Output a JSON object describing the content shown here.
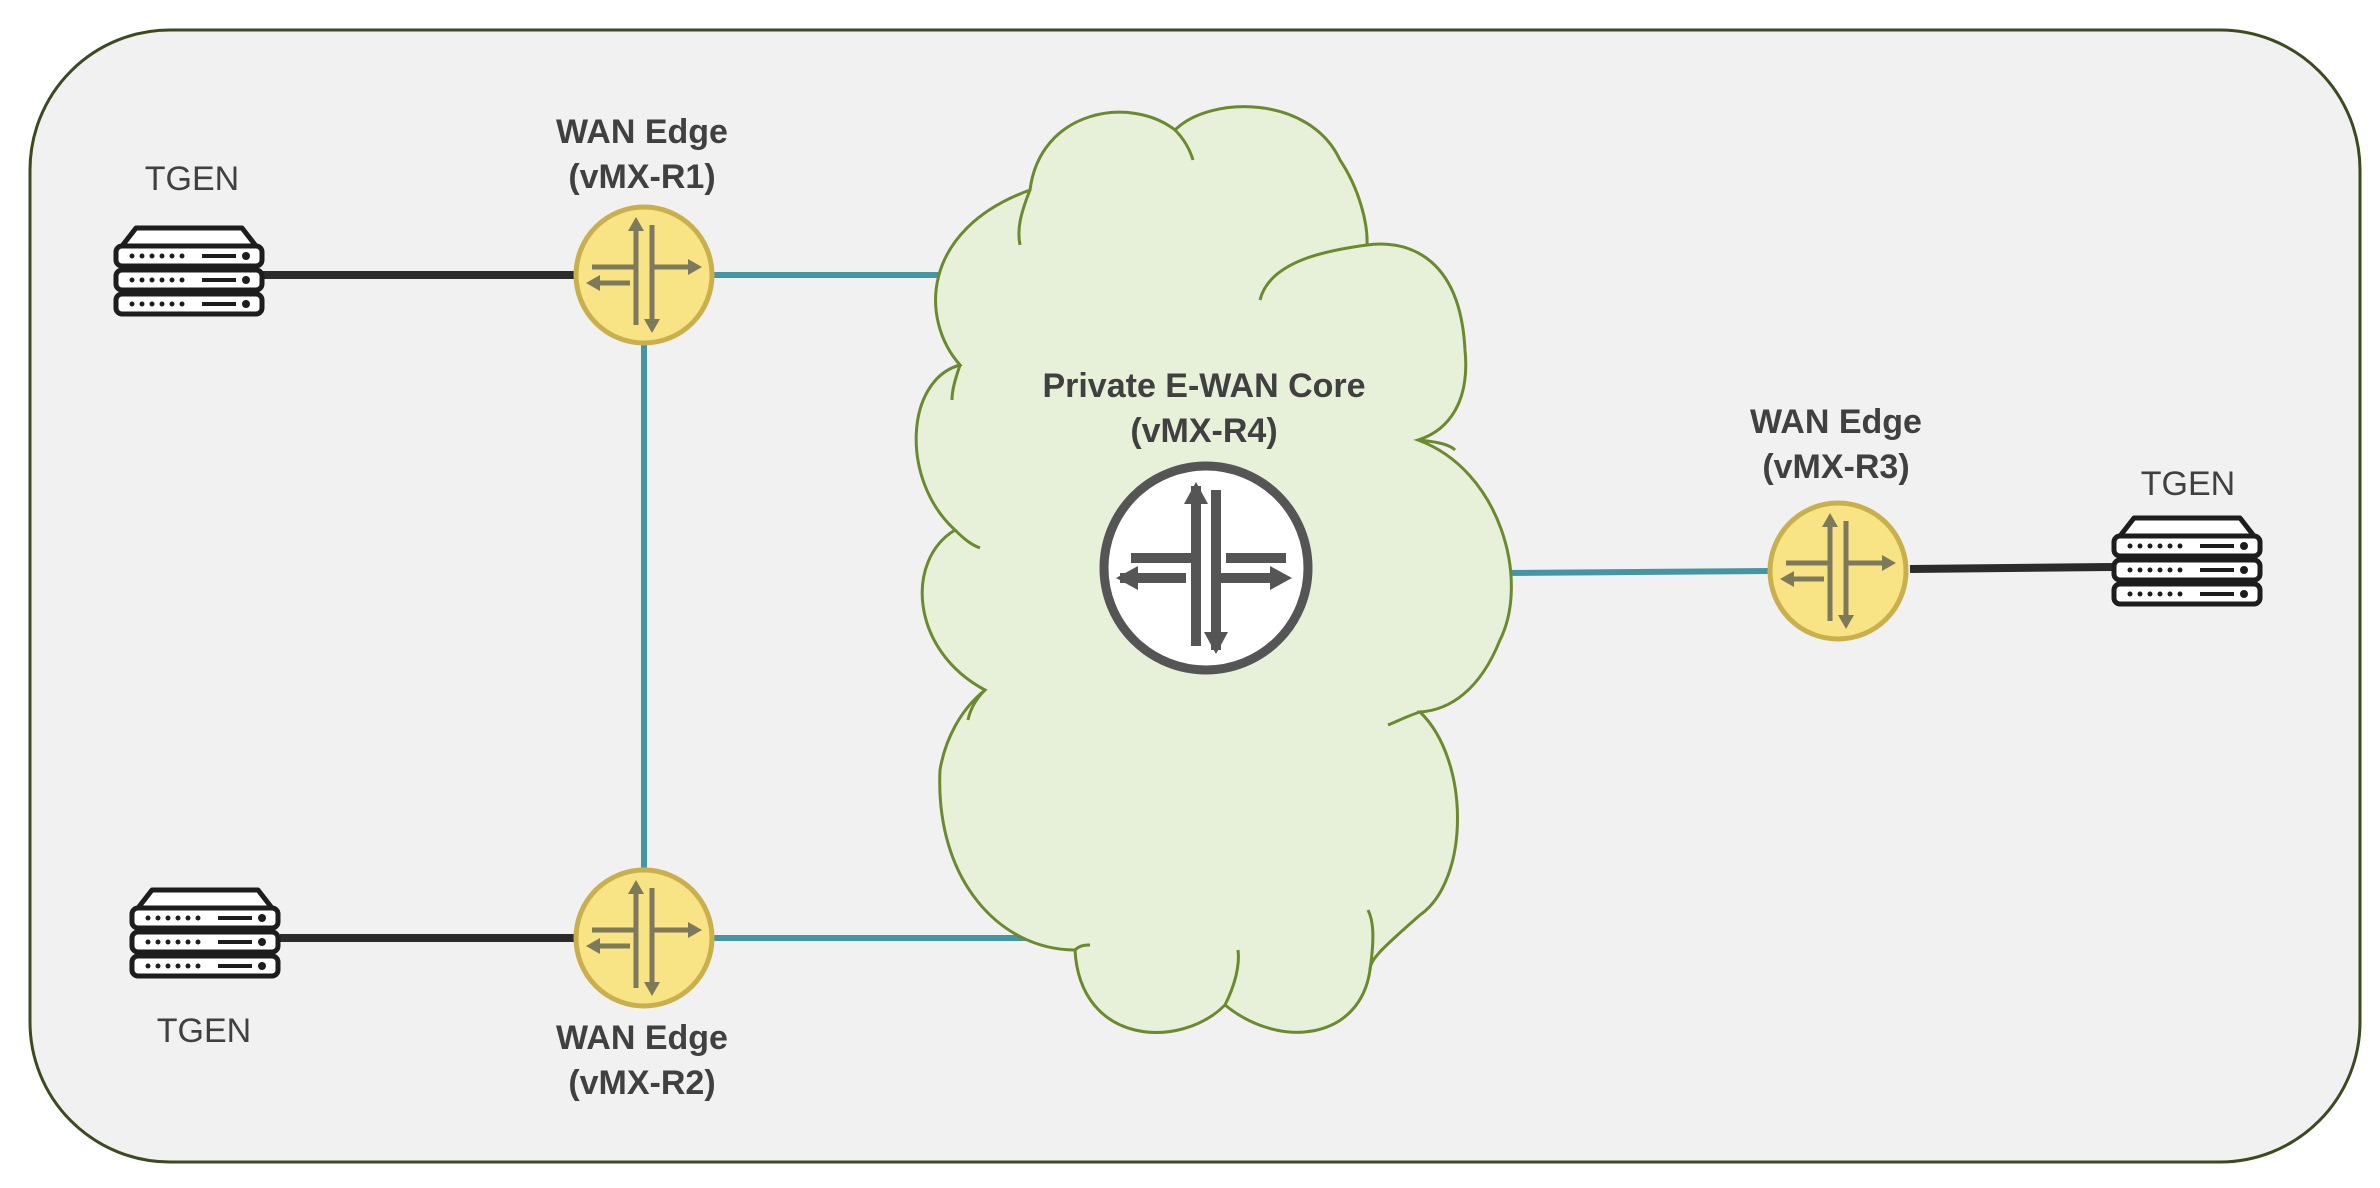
{
  "colors": {
    "frame_fill": "#f1f1f1",
    "frame_stroke": "#3b4a1f",
    "cloud_fill": "#e7f0d8",
    "cloud_stroke": "#6a8a2e",
    "link_teal": "#4596a5",
    "link_dark": "#2b2b2b",
    "edge_router_fill": "#f8e385",
    "edge_router_stroke": "#c9b04c",
    "edge_router_arrows": "#7d7a5c",
    "core_router_fill": "#ffffff",
    "core_router_stroke": "#555555",
    "text": "#404040"
  },
  "nodes": {
    "r1": {
      "title": "WAN Edge",
      "subtitle": "(vMX-R1)",
      "icon": "router-icon"
    },
    "r2": {
      "title": "WAN Edge",
      "subtitle": "(vMX-R2)",
      "icon": "router-icon"
    },
    "r3": {
      "title": "WAN Edge",
      "subtitle": "(vMX-R3)",
      "icon": "router-icon"
    },
    "r4": {
      "title": "Private E-WAN Core",
      "subtitle": "(vMX-R4)",
      "icon": "router-icon"
    },
    "tgen1": {
      "label": "TGEN",
      "icon": "server-icon"
    },
    "tgen2": {
      "label": "TGEN",
      "icon": "server-icon"
    },
    "tgen3": {
      "label": "TGEN",
      "icon": "server-icon"
    }
  },
  "links": [
    {
      "from": "tgen1",
      "to": "r1",
      "kind": "access"
    },
    {
      "from": "tgen2",
      "to": "r2",
      "kind": "access"
    },
    {
      "from": "tgen3",
      "to": "r3",
      "kind": "access"
    },
    {
      "from": "r1",
      "to": "r2",
      "kind": "core"
    },
    {
      "from": "r1",
      "to": "r4",
      "kind": "core"
    },
    {
      "from": "r2",
      "to": "r4",
      "kind": "core"
    },
    {
      "from": "r3",
      "to": "r4",
      "kind": "core"
    }
  ]
}
